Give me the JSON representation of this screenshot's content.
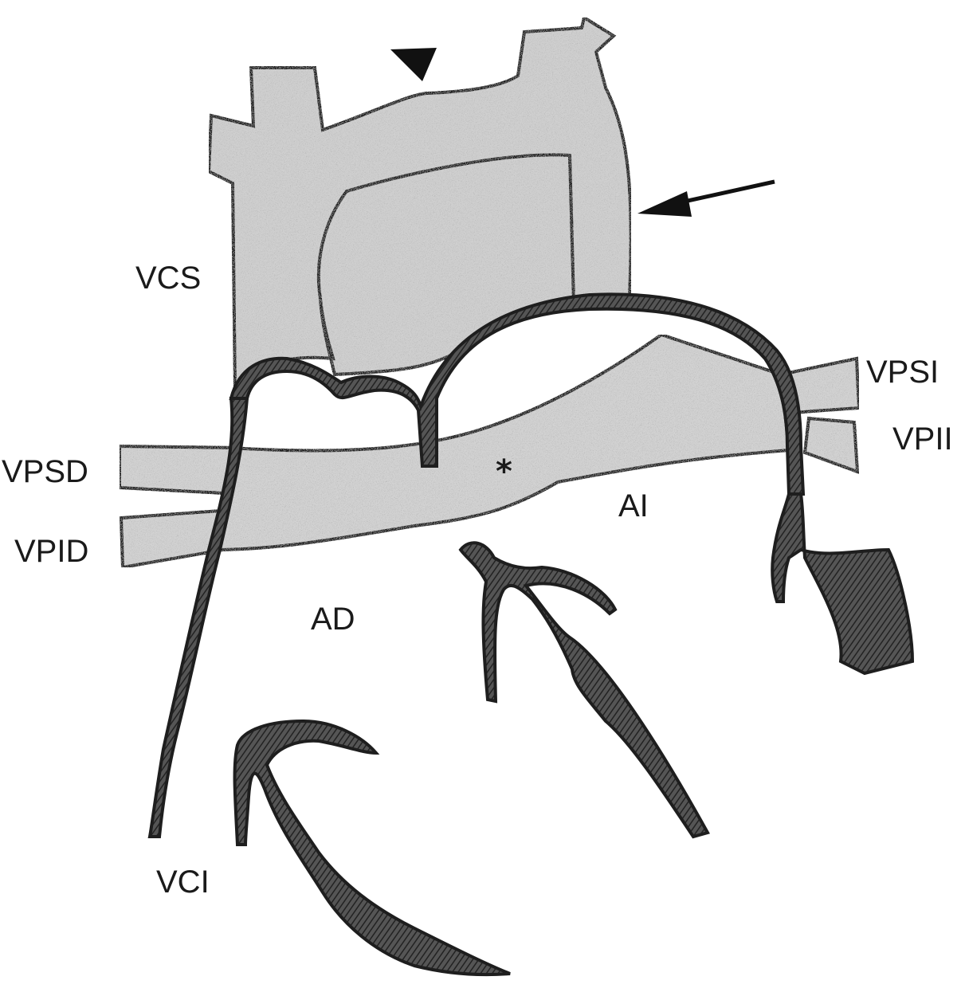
{
  "labels": {
    "vcs": "VCS",
    "vpsi": "VPSI",
    "vpii": "VPII",
    "vpsd": "VPSD",
    "vpid": "VPID",
    "ai": "AI",
    "ad": "AD",
    "vci": "VCI",
    "asterisk": "*"
  },
  "markers": {
    "arrowhead": "arrowhead-marker",
    "arrow": "arrow-marker"
  },
  "colors": {
    "vessel_fill": "#d2d2d2",
    "wall_fill": "#4a4a4a",
    "outline": "#1e1e1e"
  }
}
